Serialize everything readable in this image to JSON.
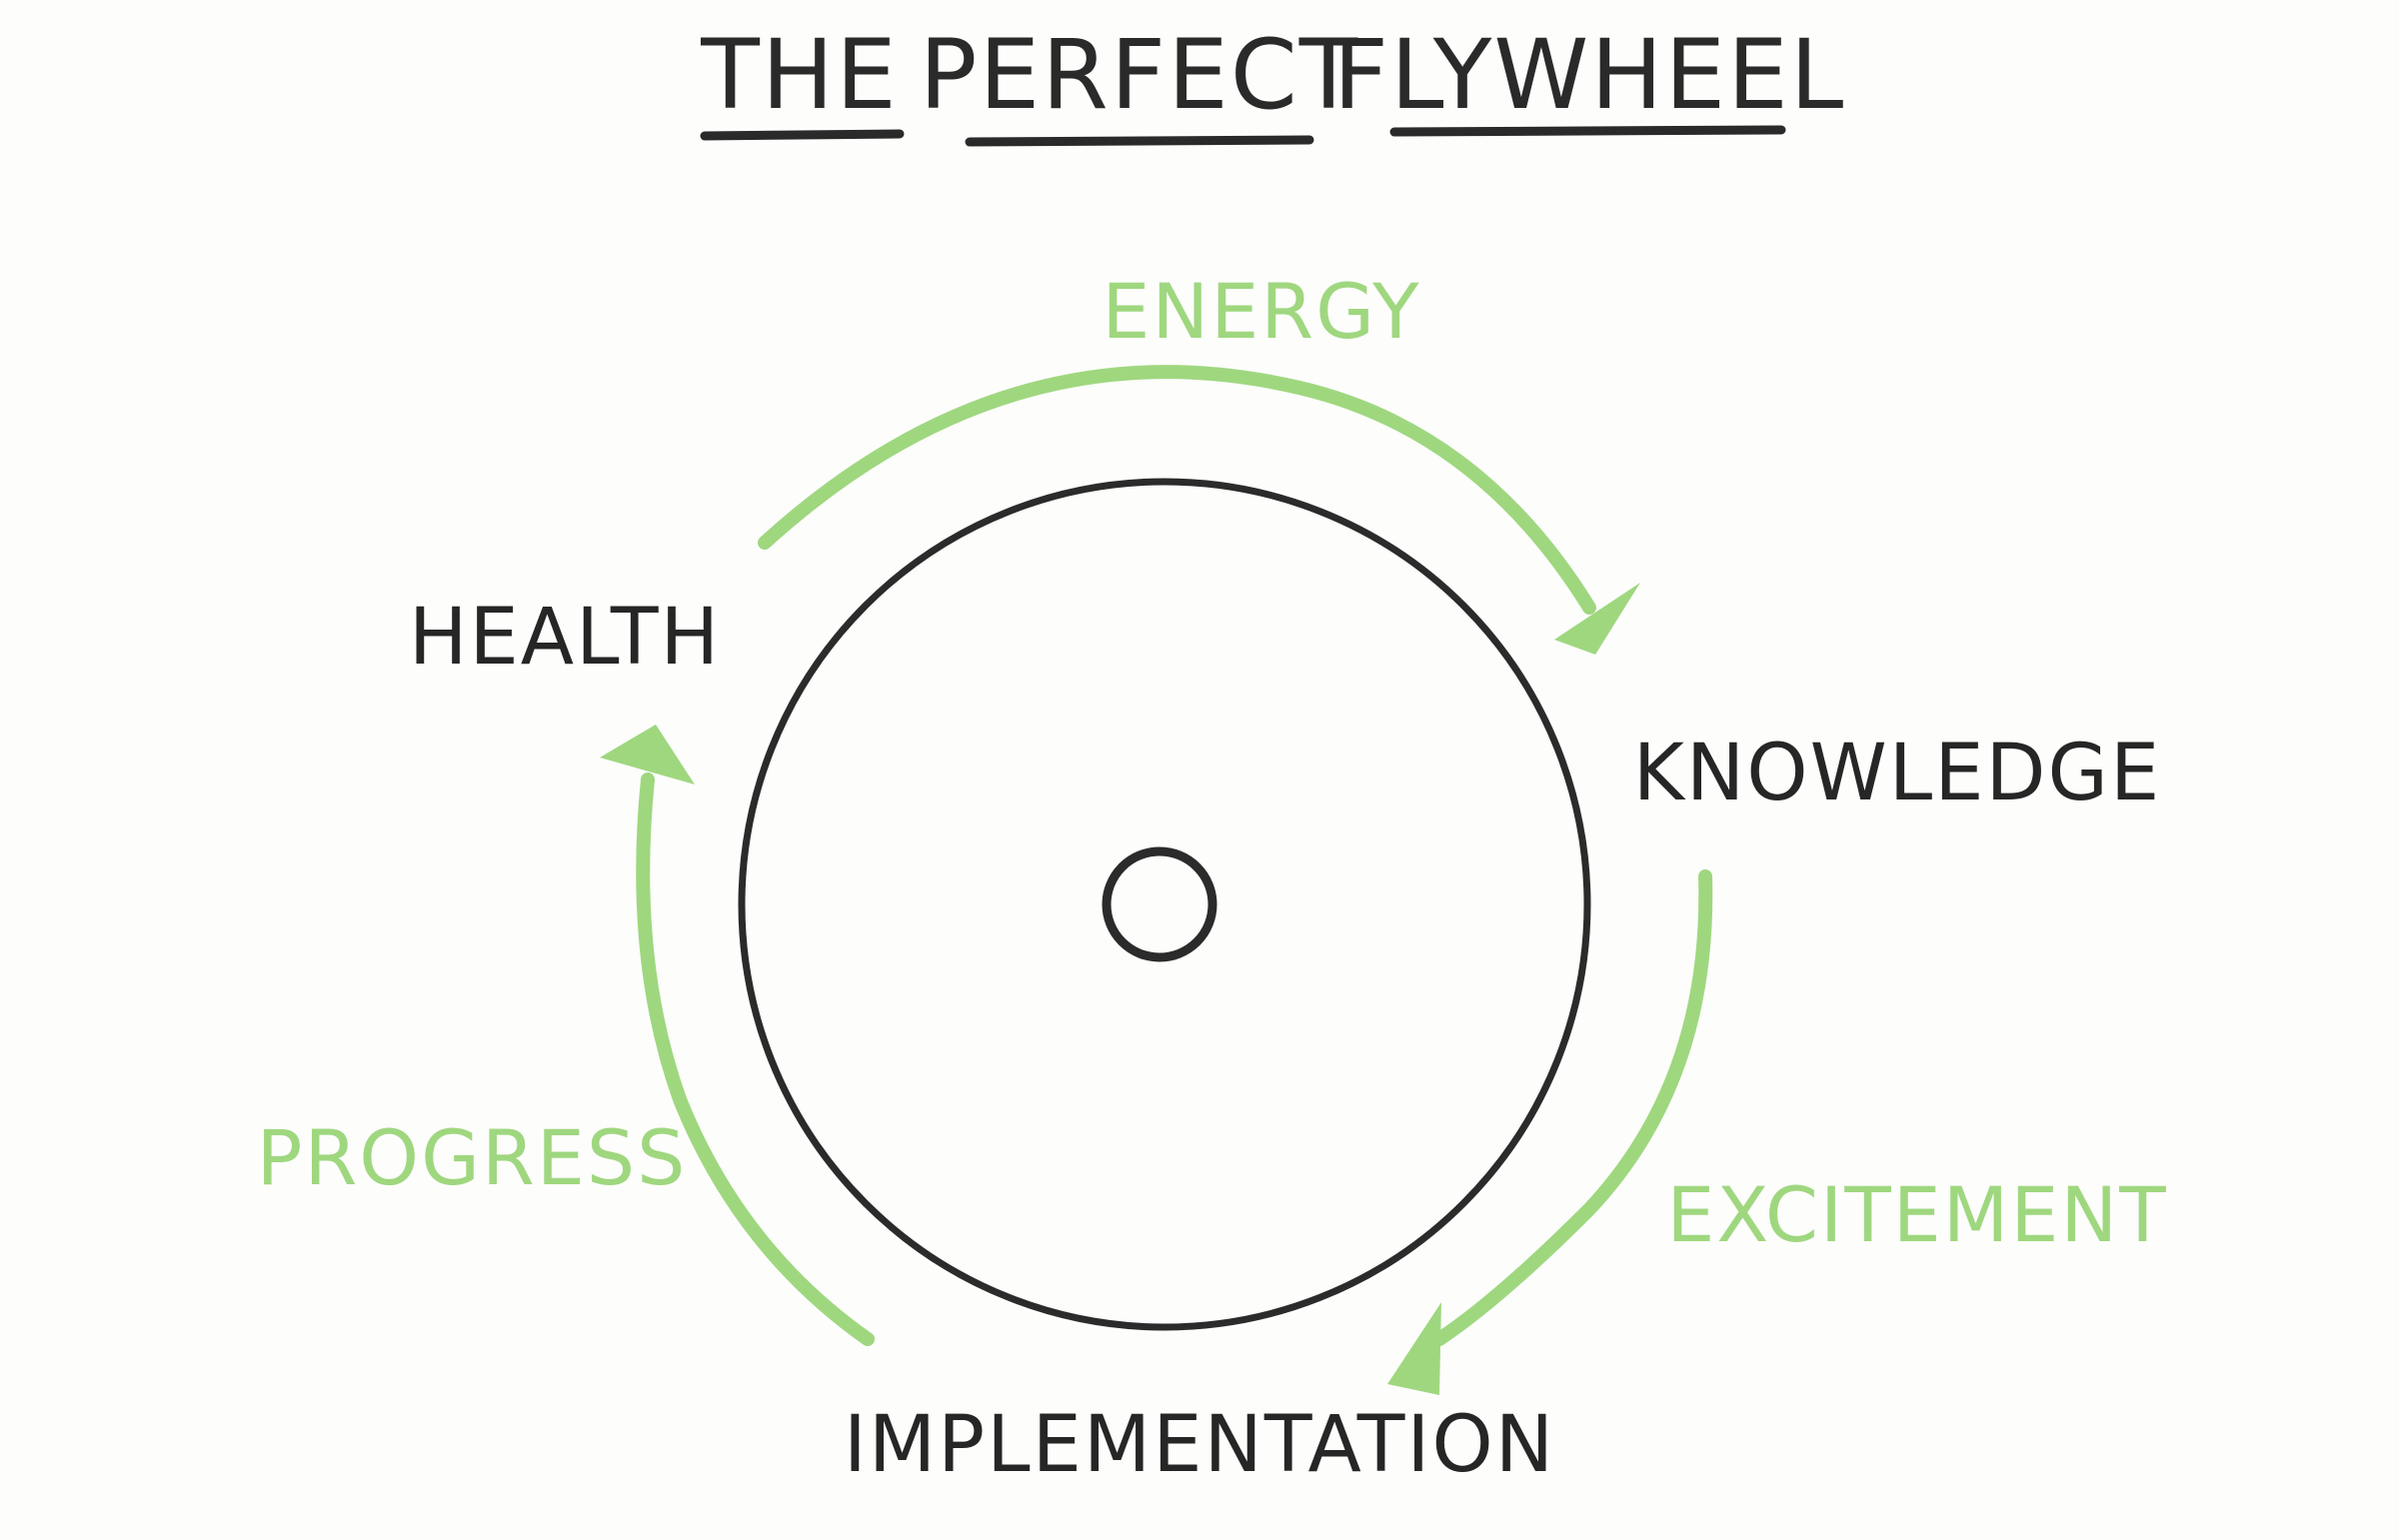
{
  "title": {
    "words": [
      "THE",
      "PERFECT",
      "FLYWHEEL"
    ]
  },
  "nodes": {
    "health": "HEALTH",
    "knowledge": "KNOWLEDGE",
    "implementation": "IMPLEMENTATION"
  },
  "flows": {
    "energy": "ENERGY",
    "excitement": "EXCITEMENT",
    "progress": "PROGRESS"
  },
  "colors": {
    "ink": "#2a2a2a",
    "accent_green": "#9fd77f",
    "background": "#fdfdfc"
  },
  "icons": {
    "wheel": "wheel-circle",
    "hub": "hub-circle",
    "arrow": "arrowhead-triangle"
  }
}
